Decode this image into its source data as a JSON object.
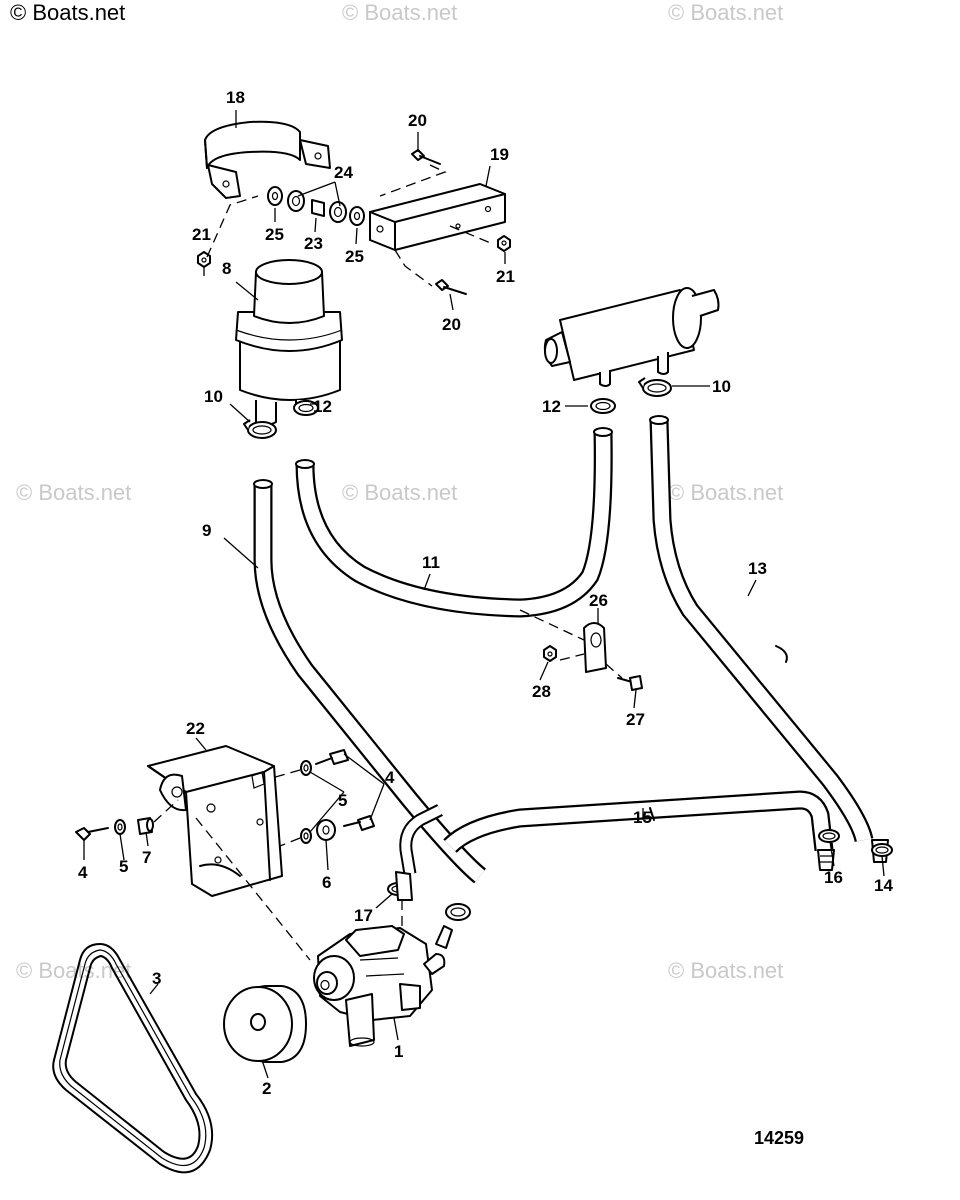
{
  "copyright": "© Boats.net",
  "watermarks": [
    {
      "text": "© Boats.net"
    },
    {
      "text": "© Boats.net"
    },
    {
      "text": "© Boats.net"
    },
    {
      "text": "© Boats.net"
    },
    {
      "text": "© Boats.net"
    },
    {
      "text": "© Boats.net"
    },
    {
      "text": "© Boats.net"
    }
  ],
  "diagram_number": "14259",
  "callouts": {
    "c1": "1",
    "c2": "2",
    "c3": "3",
    "c4a": "4",
    "c4b": "4",
    "c5a": "5",
    "c5b": "5",
    "c6": "6",
    "c7": "7",
    "c8": "8",
    "c9": "9",
    "c10a": "10",
    "c10b": "10",
    "c11": "11",
    "c12a": "12",
    "c12b": "12",
    "c13": "13",
    "c14": "14",
    "c15": "15",
    "c16": "16",
    "c17": "17",
    "c18": "18",
    "c19": "19",
    "c20a": "20",
    "c20b": "20",
    "c21a": "21",
    "c21b": "21",
    "c22": "22",
    "c23": "23",
    "c24": "24",
    "c25a": "25",
    "c25b": "25",
    "c26": "26",
    "c27": "27",
    "c28": "28"
  }
}
